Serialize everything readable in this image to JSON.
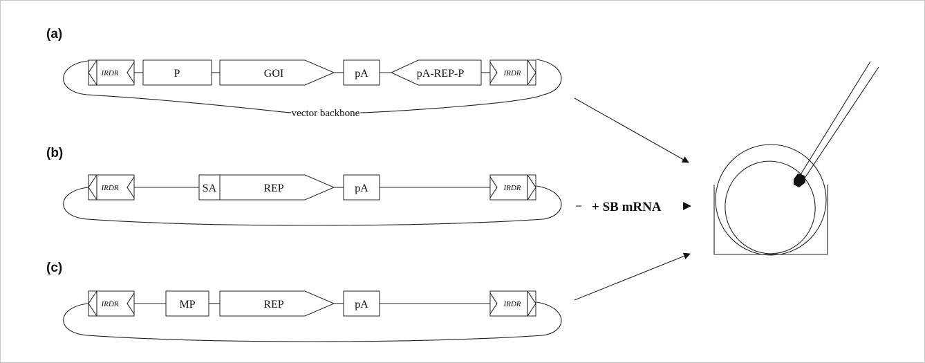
{
  "panels": [
    {
      "label": "(a)",
      "elements": {
        "irdr_left": "IRDR",
        "p": "P",
        "goi": "GOI",
        "pa": "pA",
        "pa_rep_p": "pA-REP-P",
        "irdr_right": "IRDR"
      },
      "backbone_label": "vector backbone"
    },
    {
      "label": "(b)",
      "elements": {
        "irdr_left": "IRDR",
        "sa": "SA",
        "rep": "REP",
        "pa": "pA",
        "irdr_right": "IRDR"
      }
    },
    {
      "label": "(c)",
      "elements": {
        "irdr_left": "IRDR",
        "mp": "MP",
        "rep": "REP",
        "pa": "pA",
        "irdr_right": "IRDR"
      }
    }
  ],
  "injection_label": "+ SB mRNA",
  "colors": {
    "stroke": "#222222",
    "text": "#111111",
    "frame": "#c8c8c8",
    "background": "#ffffff"
  }
}
